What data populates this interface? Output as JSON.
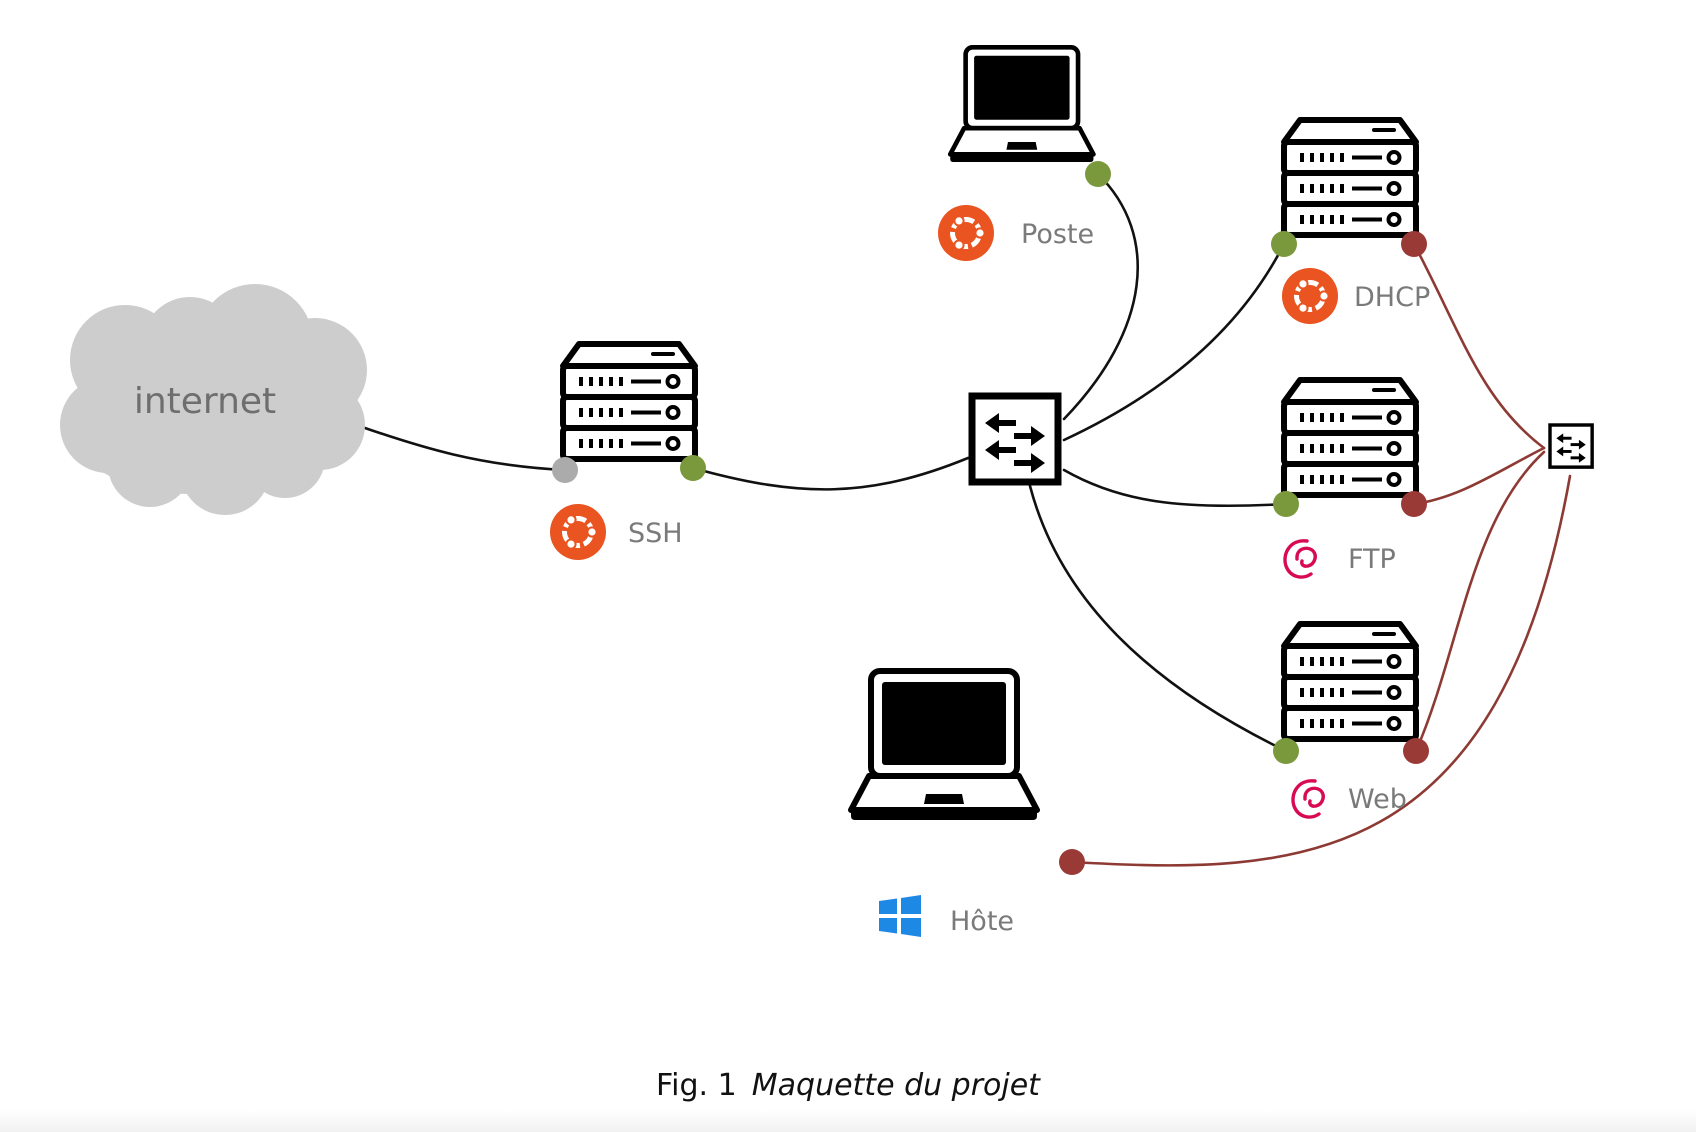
{
  "colors": {
    "link_primary": "#111111",
    "link_secondary": "#8e3a34",
    "port_green": "#7a983c",
    "port_red": "#9a3a36",
    "port_gray": "#ababab",
    "cloud": "#cdcdcd",
    "ubuntu": "#e95420",
    "debian": "#d70a53",
    "windows": "#1e88e5",
    "label": "#7a7a7a"
  },
  "cloud": {
    "label": "internet"
  },
  "nodes": {
    "ssh": {
      "label": "SSH",
      "device": "server",
      "os_icon": "ubuntu-icon"
    },
    "poste": {
      "label": "Poste",
      "device": "laptop",
      "os_icon": "ubuntu-icon"
    },
    "dhcp": {
      "label": "DHCP",
      "device": "server",
      "os_icon": "ubuntu-icon"
    },
    "ftp": {
      "label": "FTP",
      "device": "server",
      "os_icon": "debian-icon"
    },
    "web": {
      "label": "Web",
      "device": "server",
      "os_icon": "debian-icon"
    },
    "hote": {
      "label": "Hôte",
      "device": "laptop",
      "os_icon": "windows-icon"
    }
  },
  "caption": {
    "prefix": "Fig. 1",
    "title": "Maquette du projet"
  }
}
